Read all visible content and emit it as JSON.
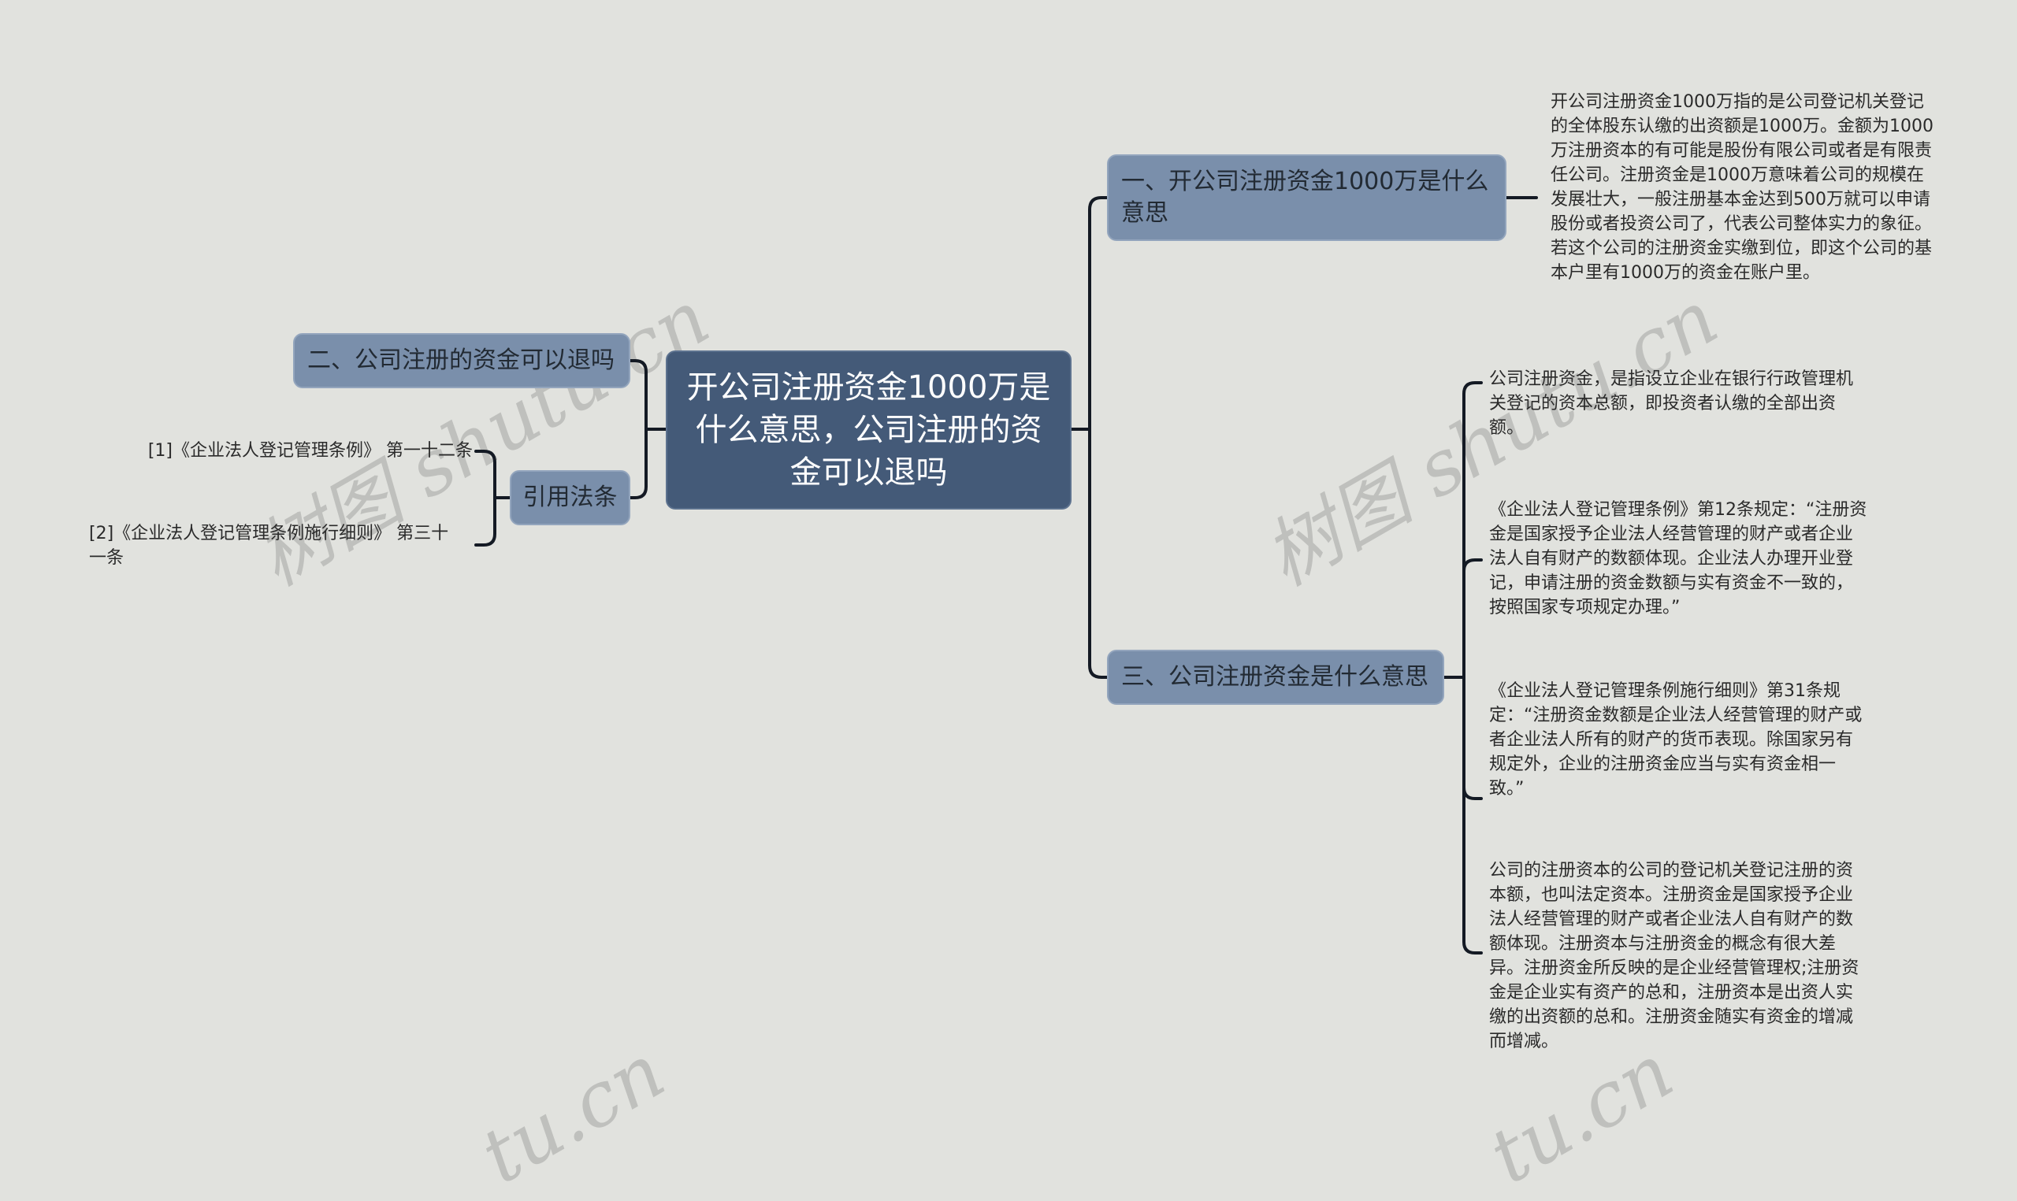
{
  "colors": {
    "background": "#e1e2de",
    "root_fill": "#445a78",
    "branch_fill": "#7a8fab",
    "connector": "#141a24",
    "text": "#2a2a2a"
  },
  "watermark": {
    "text": "树图 shutu.cn",
    "partial_text": "tu.cn"
  },
  "root": {
    "label": "开公司注册资金1000万是什么意思，公司注册的资金可以退吗"
  },
  "branches": {
    "one": {
      "label": "一、开公司注册资金1000万是什么意思",
      "leaf": "开公司注册资金1000万指的是公司登记机关登记的全体股东认缴的出资额是1000万。金额为1000万注册资本的有可能是股份有限公司或者是有限责任公司。注册资金是1000万意味着公司的规模在发展壮大，一般注册基本金达到500万就可以申请股份或者投资公司了，代表公司整体实力的象征。若这个公司的注册资金实缴到位，即这个公司的基本户里有1000万的资金在账户里。"
    },
    "two": {
      "label": "二、公司注册的资金可以退吗"
    },
    "three": {
      "label": "三、公司注册资金是什么意思",
      "leaves": [
        "公司注册资金，是指设立企业在银行行政管理机关登记的资本总额，即投资者认缴的全部出资额。",
        "《企业法人登记管理条例》第12条规定：“注册资金是国家授予企业法人经营管理的财产或者企业法人自有财产的数额体现。企业法人办理开业登记，申请注册的资金数额与实有资金不一致的，按照国家专项规定办理。”",
        "《企业法人登记管理条例施行细则》第31条规定：“注册资金数额是企业法人经营管理的财产或者企业法人所有的财产的货币表现。除国家另有规定外，企业的注册资金应当与实有资金相一致。”",
        "公司的注册资本的公司的登记机关登记注册的资本额，也叫法定资本。注册资金是国家授予企业法人经营管理的财产或者企业法人自有财产的数额体现。注册资本与注册资金的概念有很大差异。注册资金所反映的是企业经营管理权;注册资金是企业实有资产的总和，注册资本是出资人实缴的出资额的总和。注册资金随实有资金的增减而增减。"
      ]
    },
    "refs": {
      "label": "引用法条",
      "items": [
        "[1]《企业法人登记管理条例》 第一十二条",
        "[2]《企业法人登记管理条例施行细则》 第三十一条"
      ]
    }
  }
}
